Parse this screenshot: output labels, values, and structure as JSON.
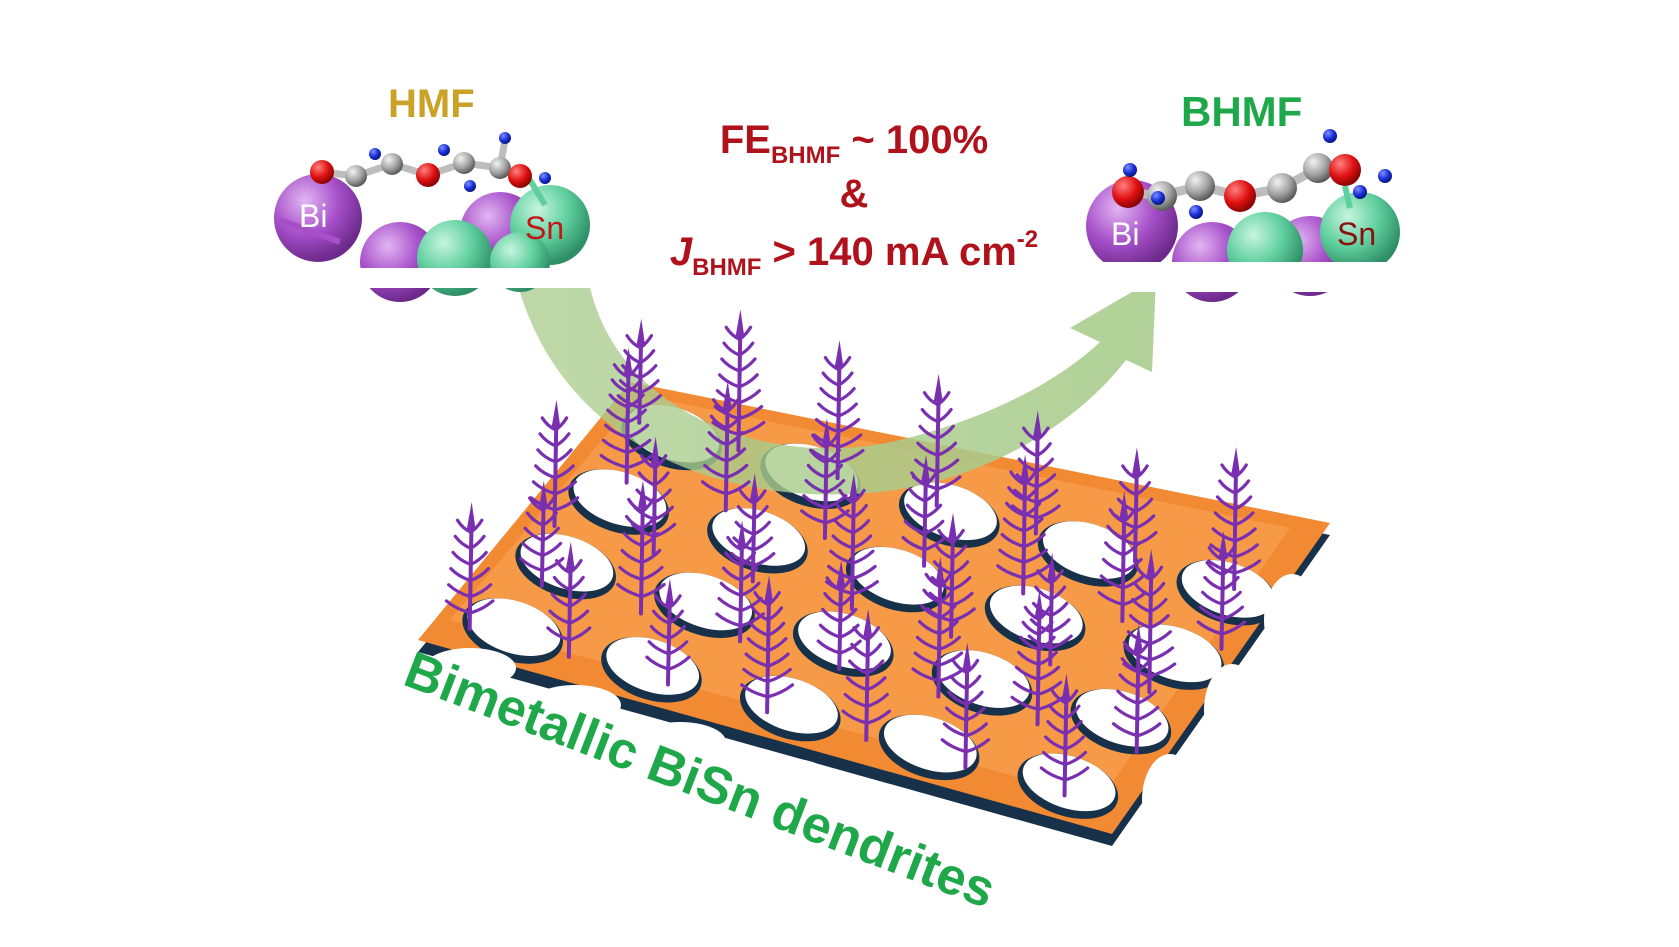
{
  "molecules": {
    "reactant": {
      "name": "HMF",
      "surface_atoms": [
        "Bi",
        "Sn"
      ]
    },
    "product": {
      "name": "BHMF",
      "surface_atoms": [
        "Bi",
        "Sn"
      ]
    }
  },
  "metrics": {
    "fe_symbol": "FE",
    "fe_subscript": "BHMF",
    "fe_value": " ~ 100%",
    "connector": "&",
    "j_symbol": "J",
    "j_subscript": "BHMF",
    "j_value": " > 140 mA cm",
    "j_exponent": "-2"
  },
  "caption": "Bimetallic BiSn dendrites",
  "colors": {
    "hmf_label": "#c9a227",
    "bhmf_label": "#1fa84a",
    "metrics_text": "#b0121b",
    "caption": "#1fa84a",
    "bi_atom": "#a64fc9",
    "sn_atom": "#5fcf9e",
    "oxygen_atom": "#e01010",
    "carbon_atom": "#9a9a9a",
    "hydrogen_atom": "#1830d8",
    "foam_top": "#f28a33",
    "foam_edge": "#17314a",
    "dendrite": "#7a2fb0",
    "arrow": "#a9cc8c"
  }
}
